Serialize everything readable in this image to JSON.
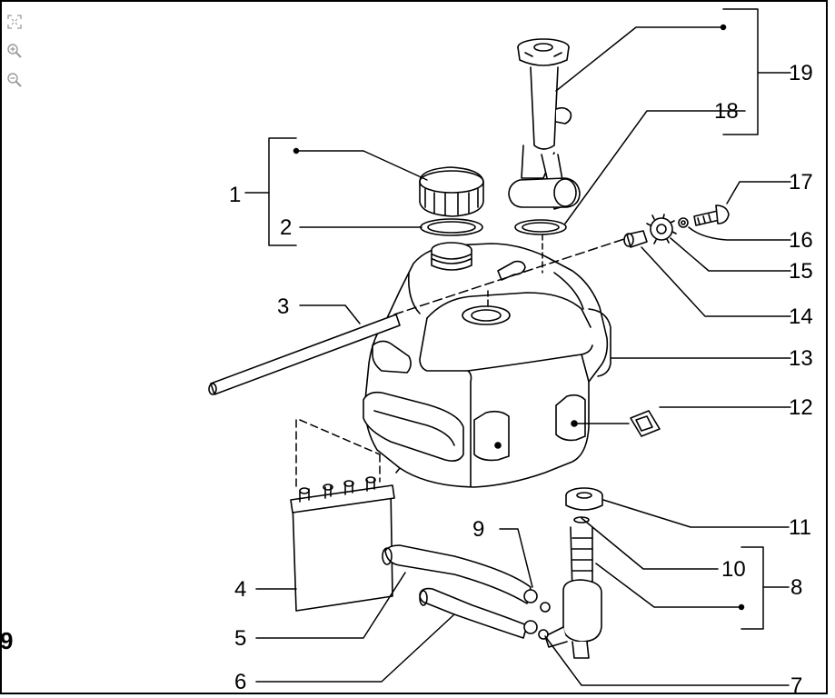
{
  "toolbar": {
    "fit_icon": "fit-to-window-icon",
    "zoom_in_icon": "zoom-in-icon",
    "zoom_out_icon": "zoom-out-icon"
  },
  "page_number": "9",
  "callouts": {
    "c1": "1",
    "c2": "2",
    "c3": "3",
    "c4": "4",
    "c5": "5",
    "c6": "6",
    "c7": "7",
    "c8": "8",
    "c9": "9",
    "c10": "10",
    "c11": "11",
    "c12": "12",
    "c13": "13",
    "c14": "14",
    "c15": "15",
    "c16": "16",
    "c17": "17",
    "c18": "18",
    "c19": "19"
  },
  "colors": {
    "ink": "#000000",
    "toolbar_icon": "#9a9a9a"
  }
}
